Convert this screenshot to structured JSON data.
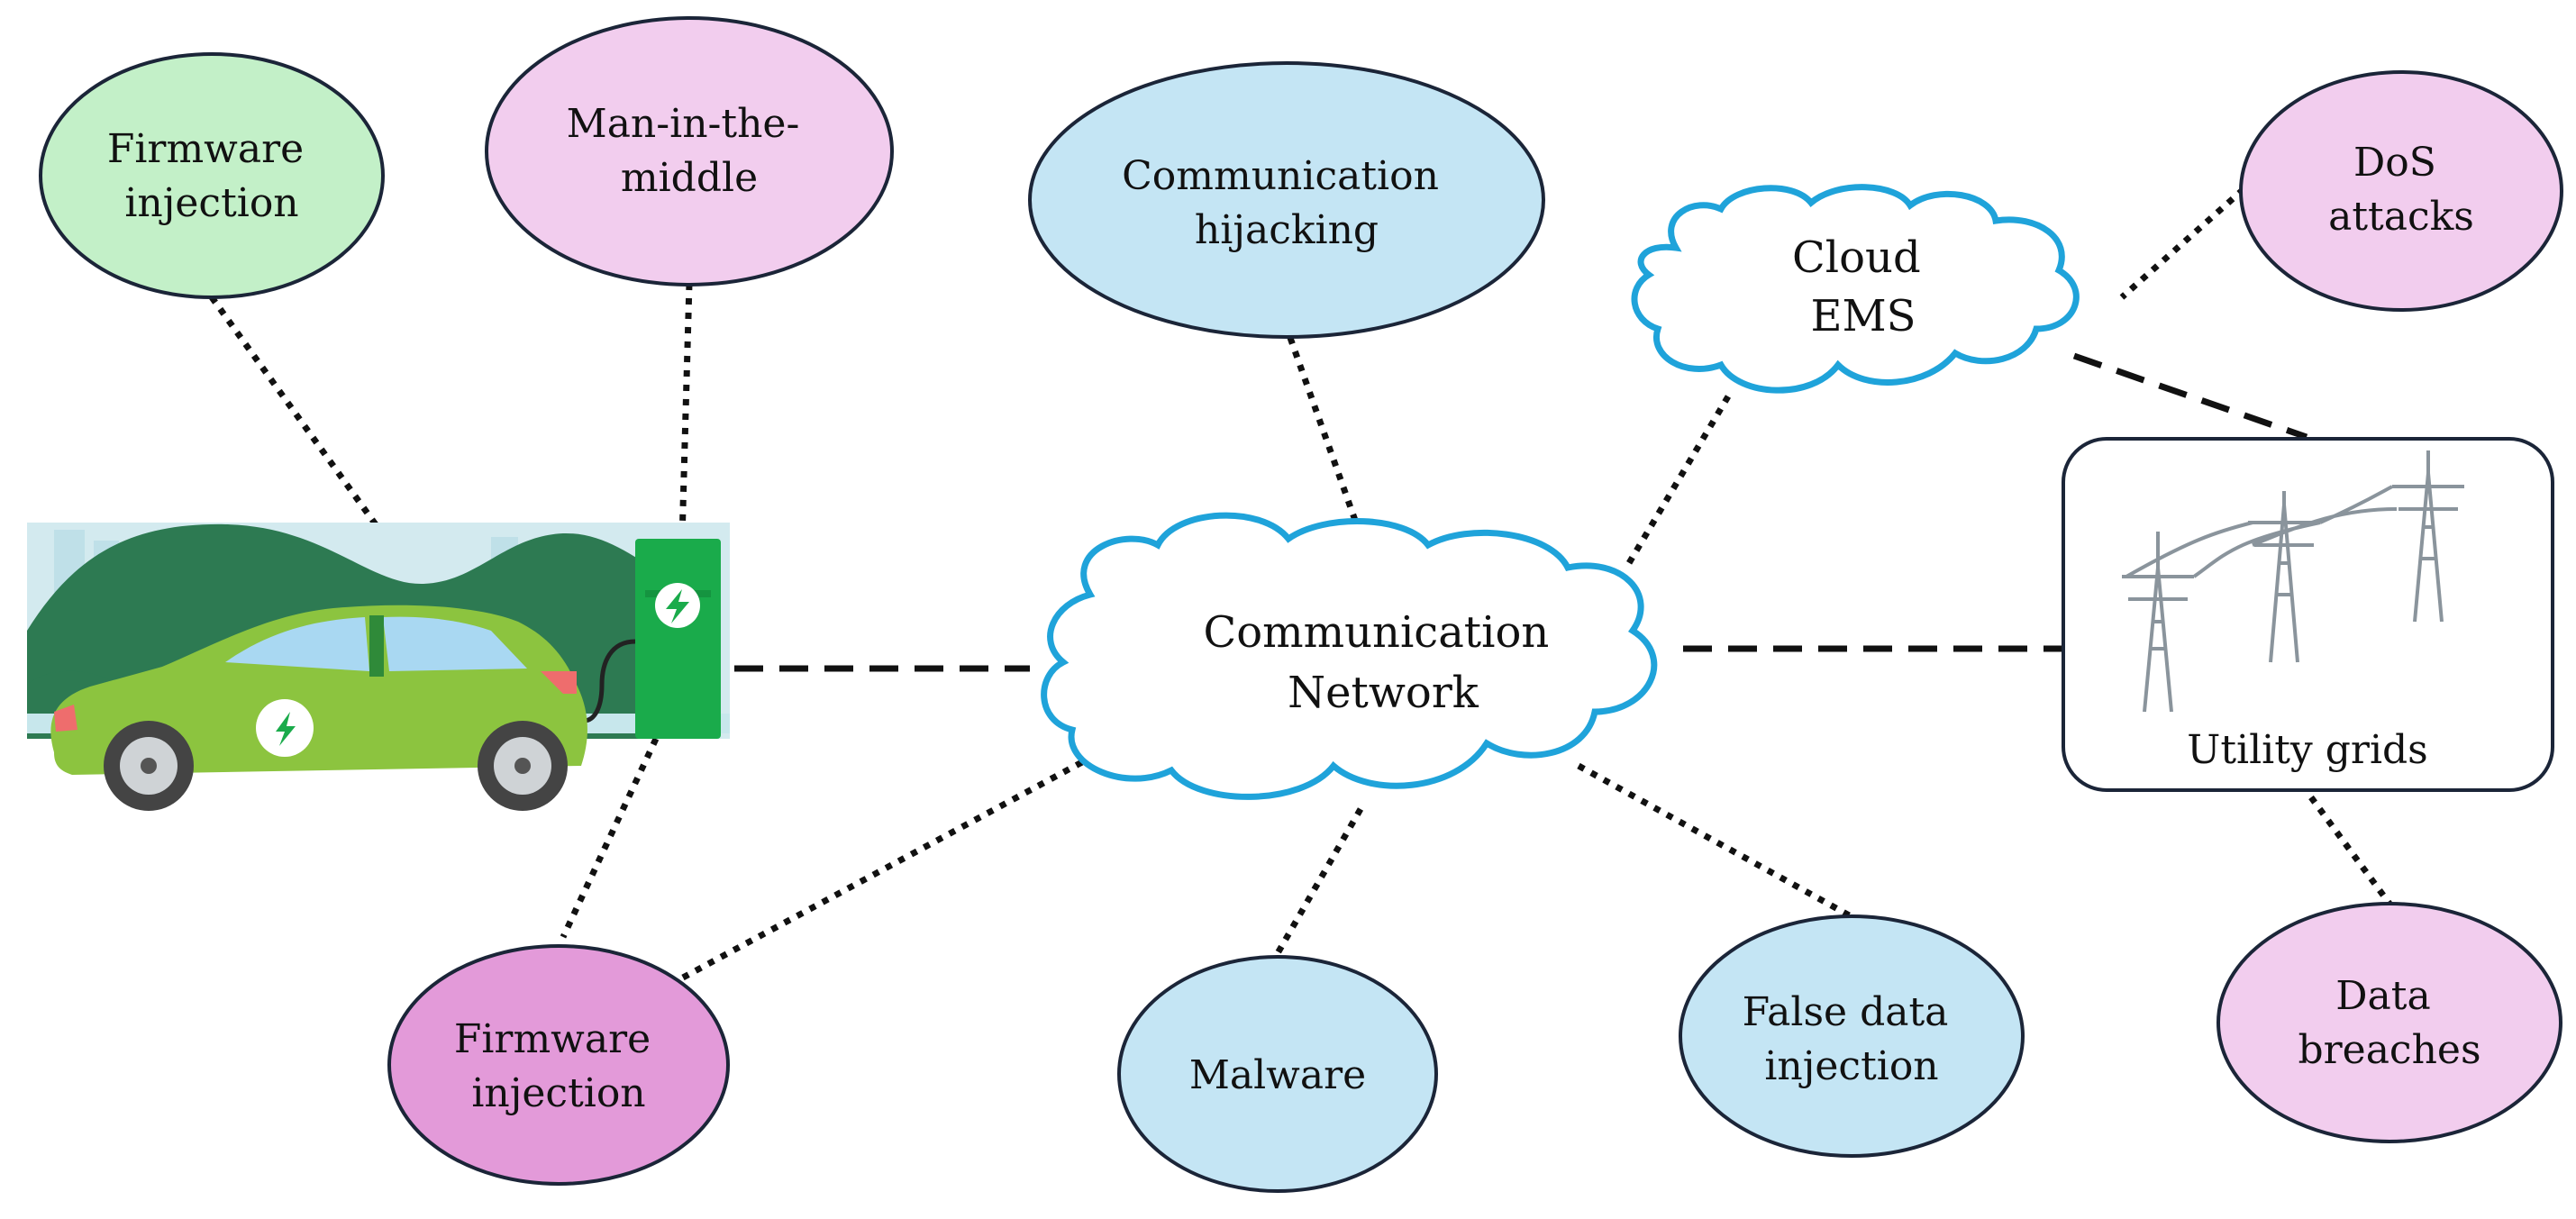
{
  "nodes": {
    "firmware_injection_top": {
      "lines": [
        "Firmware",
        "injection"
      ]
    },
    "man_in_the_middle": {
      "lines": [
        "Man-in-the-",
        "middle"
      ]
    },
    "communication_hijacking": {
      "lines": [
        "Communication",
        "hijacking"
      ]
    },
    "dos_attacks": {
      "lines": [
        "DoS",
        "attacks"
      ]
    },
    "cloud_ems": {
      "lines": [
        "Cloud",
        "EMS"
      ]
    },
    "communication_network": {
      "lines": [
        "Communication",
        "Network"
      ]
    },
    "utility_grids": {
      "label": "Utility grids"
    },
    "firmware_injection_bottom": {
      "lines": [
        "Firmware",
        "injection"
      ]
    },
    "malware": {
      "lines": [
        "Malware"
      ]
    },
    "false_data_injection": {
      "lines": [
        "False data",
        "injection"
      ]
    },
    "data_breaches": {
      "lines": [
        "Data",
        "breaches"
      ]
    }
  },
  "colors": {
    "threat_green": "#c3f0c8",
    "threat_pink": "#f2cdee",
    "threat_magenta": "#e39ad9",
    "threat_blue": "#c4e5f4",
    "cloud_stroke": "#1fa3da",
    "outline": "#1b2538",
    "ev_green": "#8cc43f",
    "charger_green": "#1aab4b"
  },
  "icons": {
    "ev": "electric-car-charging-icon",
    "grid": "power-transmission-tower-icon"
  }
}
